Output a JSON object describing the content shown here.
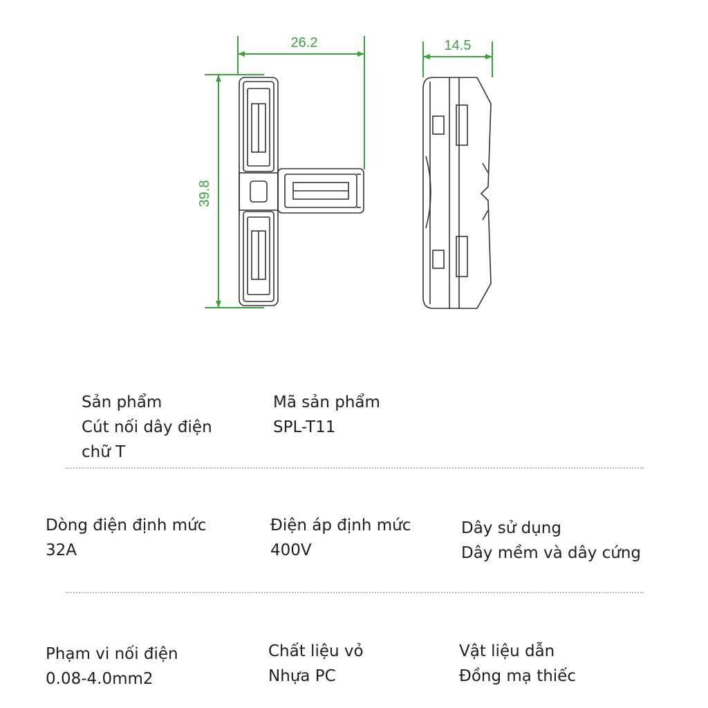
{
  "dimensions": {
    "width": "26.2",
    "height": "39.8",
    "depth": "14.5"
  },
  "specs": {
    "product": {
      "label": "Sản phẩm",
      "value_line1": "Cút nối dây điện",
      "value_line2": "chữ T"
    },
    "model": {
      "label": "Mã sản phẩm",
      "value": "SPL-T11"
    },
    "current": {
      "label": "Dòng điện định mức",
      "value": "32A"
    },
    "voltage": {
      "label": "Điện áp định mức",
      "value": "400V"
    },
    "wire": {
      "label": "Dây sử dụng",
      "value": "Dây mềm và dây cứng"
    },
    "range": {
      "label": "Phạm vi nối điện",
      "value": "0.08-4.0mm2"
    },
    "housing": {
      "label": "Chất liệu vỏ",
      "value": "Nhựa PC"
    },
    "conductor": {
      "label": "Vật liệu dẫn",
      "value": "Đồng mạ thiếc"
    }
  },
  "colors": {
    "dimension": "#3aa23a",
    "outline": "#333333",
    "separator": "#bdbdbd"
  }
}
